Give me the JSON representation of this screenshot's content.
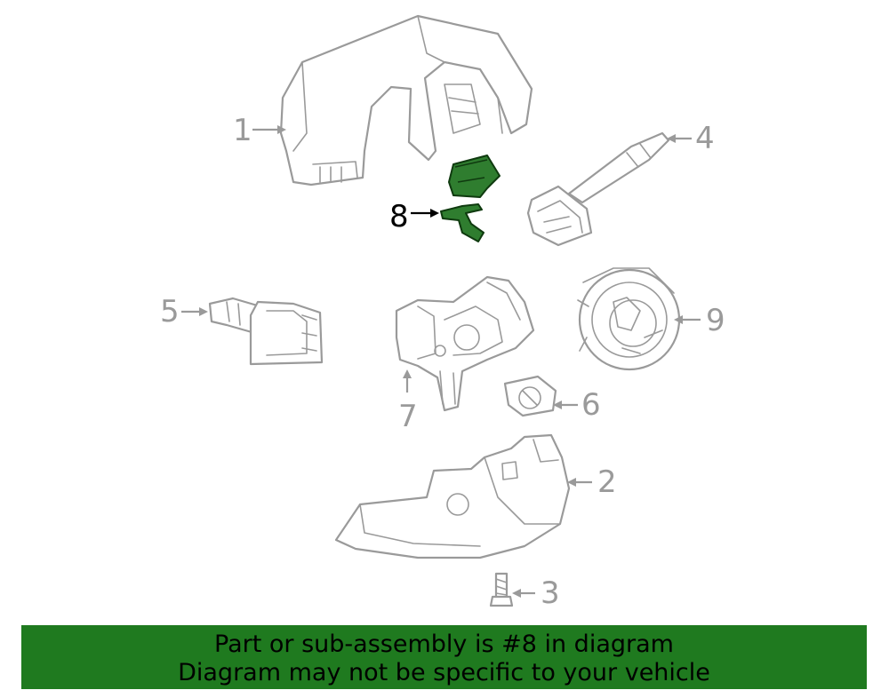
{
  "diagram": {
    "callouts": {
      "c1": "1",
      "c2": "2",
      "c3": "3",
      "c4": "4",
      "c5": "5",
      "c6": "6",
      "c7": "7",
      "c8": "8",
      "c9": "9"
    },
    "highlighted_part": "8",
    "highlight_color": "#2f7d2f",
    "banner_color": "#1f7a1f",
    "line_color": "#9a9a9a"
  },
  "banner": {
    "line1": "Part or sub-assembly is #8 in diagram",
    "line2": "Diagram may not be specific to your vehicle"
  }
}
